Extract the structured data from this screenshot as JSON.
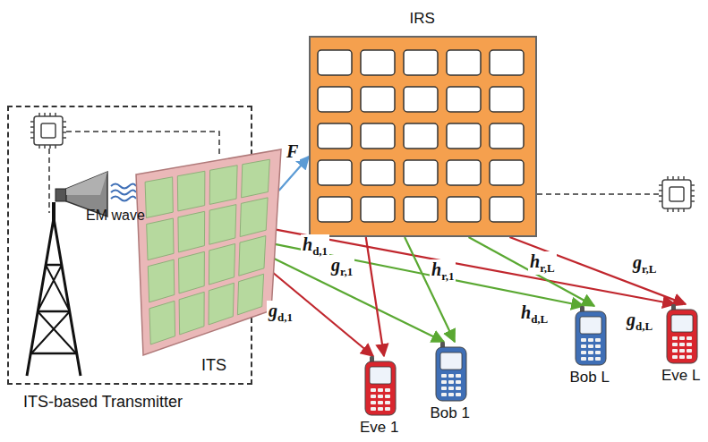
{
  "diagram": {
    "nodes": [
      {
        "text": [
          "ITS-based Transmitter"
        ]
      },
      {
        "text": [
          "ITS"
        ],
        "in": 0
      },
      {
        "text": [
          "IRS"
        ]
      },
      {
        "text": [
          "Eve 1"
        ]
      },
      {
        "text": [
          "Bob 1"
        ]
      },
      {
        "text": [
          "Bob L"
        ]
      },
      {
        "text": [
          "Eve L"
        ]
      }
    ],
    "edges": [
      {
        "from": 1,
        "to": 2,
        "arrow": "to",
        "label": "F"
      },
      {
        "from": 1,
        "to": 3,
        "arrow": "to",
        "label": "gd,1"
      },
      {
        "from": 1,
        "to": 4,
        "arrow": "to",
        "label": "hd,1"
      },
      {
        "from": 1,
        "to": 5,
        "arrow": "to",
        "label": "hd,L"
      },
      {
        "from": 1,
        "to": 6,
        "arrow": "to",
        "label": "gd,L"
      },
      {
        "from": 2,
        "to": 3,
        "arrow": "to",
        "label": "gr,1"
      },
      {
        "from": 2,
        "to": 4,
        "arrow": "to",
        "label": "hr,1"
      },
      {
        "from": 2,
        "to": 5,
        "arrow": "to",
        "label": "hr,L"
      },
      {
        "from": 2,
        "to": 6,
        "arrow": "to",
        "label": "gr,L"
      }
    ],
    "labels": [
      "EM wave"
    ]
  }
}
